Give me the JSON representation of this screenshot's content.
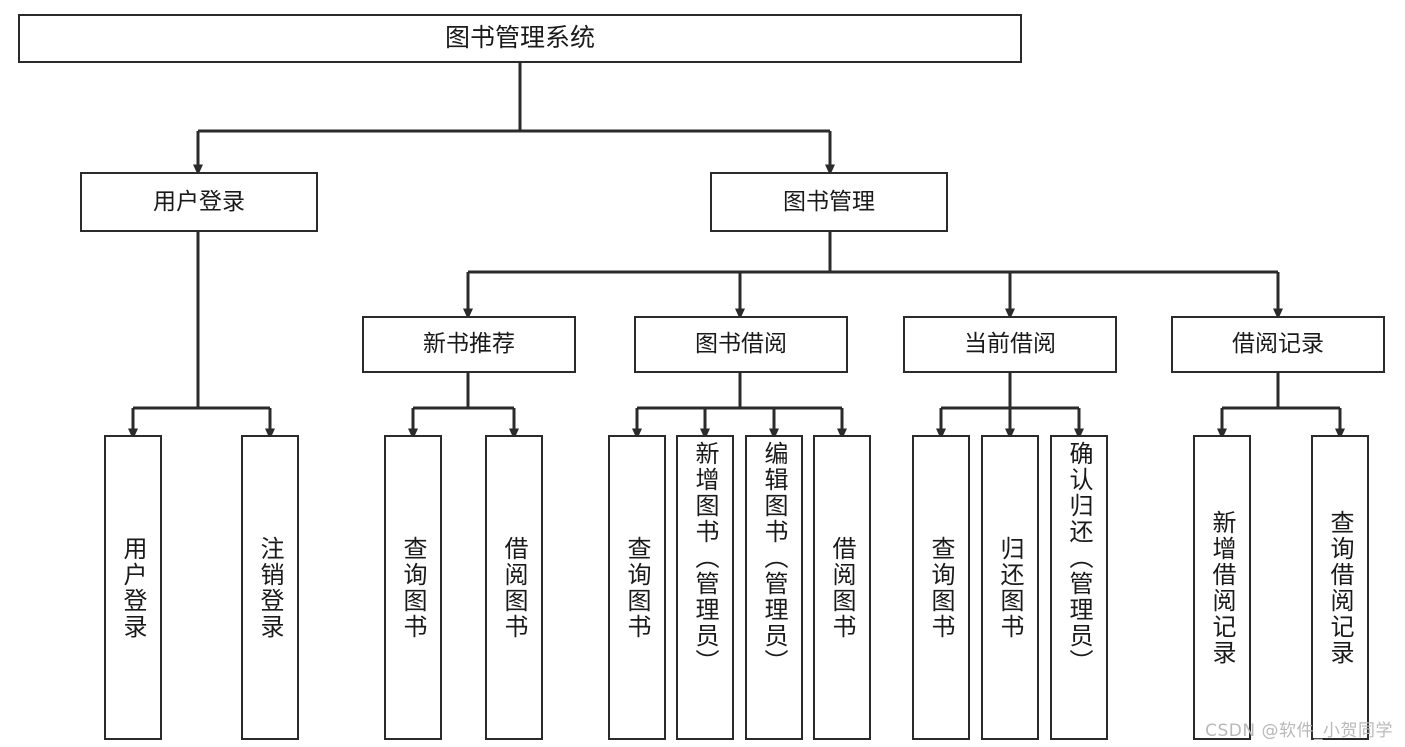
{
  "diagram": {
    "type": "tree-functional-structure",
    "title": "图书管理系统",
    "watermark": "CSDN @软件_小贺同学",
    "colors": {
      "background": "#ffffff",
      "box_stroke": "#2b2b2b",
      "box_fill": "#ffffff",
      "text": "#1a1a1a",
      "connector": "#2b2b2b",
      "watermark": "#b9b9b9"
    },
    "root": {
      "label": "图书管理系统"
    },
    "level1": [
      {
        "label": "用户登录"
      },
      {
        "label": "图书管理"
      }
    ],
    "level2": [
      {
        "label": "新书推荐"
      },
      {
        "label": "图书借阅"
      },
      {
        "label": "当前借阅"
      },
      {
        "label": "借阅记录"
      }
    ],
    "leaves": {
      "user_login": [
        {
          "label": "用户登录"
        },
        {
          "label": "注销登录"
        }
      ],
      "new_book_recommend": [
        {
          "label": "查询图书"
        },
        {
          "label": "借阅图书"
        }
      ],
      "book_borrow": [
        {
          "label": "查询图书"
        },
        {
          "label": "新增图书（管理员）"
        },
        {
          "label": "编辑图书（管理员）"
        },
        {
          "label": "借阅图书"
        }
      ],
      "current_borrow": [
        {
          "label": "查询图书"
        },
        {
          "label": "归还图书"
        },
        {
          "label": "确认归还（管理员）"
        }
      ],
      "borrow_record": [
        {
          "label": "新增借阅记录"
        },
        {
          "label": "查询借阅记录"
        }
      ]
    }
  }
}
